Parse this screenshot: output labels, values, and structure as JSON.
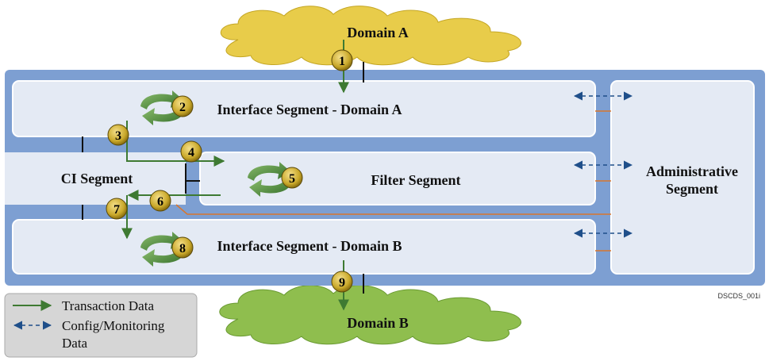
{
  "domain_a": {
    "label": "Domain A"
  },
  "domain_b": {
    "label": "Domain B"
  },
  "segments": {
    "interface_a": "Interface Segment - Domain A",
    "ci": "CI Segment",
    "filter": "Filter Segment",
    "interface_b": "Interface Segment - Domain B",
    "admin_line1": "Administrative",
    "admin_line2": "Segment"
  },
  "steps": [
    "1",
    "2",
    "3",
    "4",
    "5",
    "6",
    "7",
    "8",
    "9"
  ],
  "legend": {
    "transaction": "Transaction Data",
    "config_line1": "Config/Monitoring",
    "config_line2": "Data"
  },
  "figure_id": "DSCDS_001i",
  "colors": {
    "container": "#7d9fd2",
    "segment_fill": "#e4eaf4",
    "cloud_a": "#e8cc4a",
    "cloud_b": "#8fbe4e",
    "transaction_arrow": "#3e7a32",
    "config_arrow": "#1f4f8a",
    "orange_link": "#d8772e",
    "badge": "#c9a82a"
  }
}
